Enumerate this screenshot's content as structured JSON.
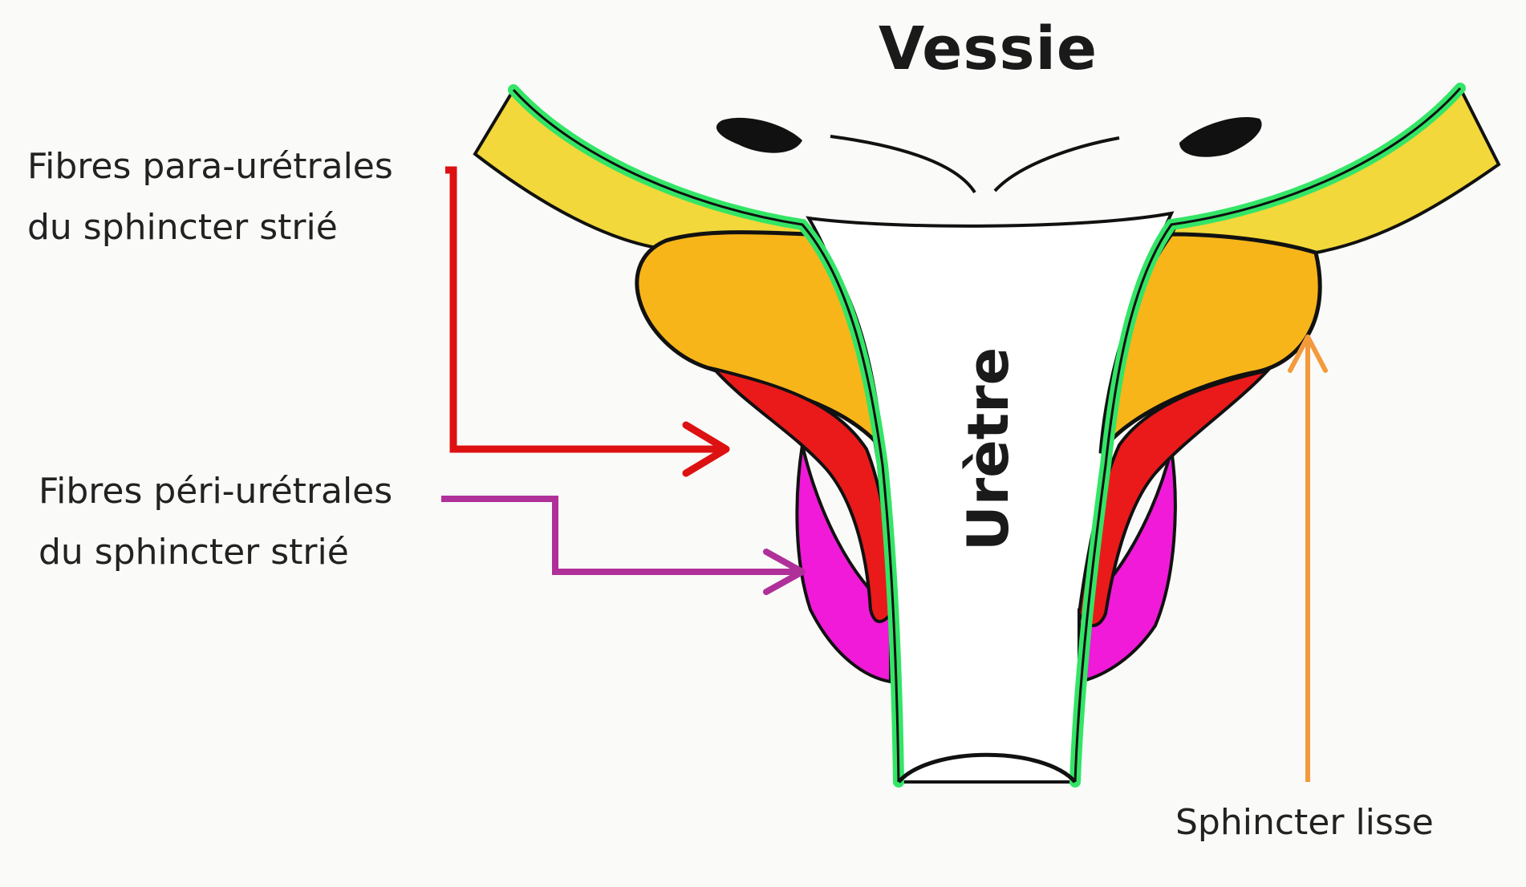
{
  "labels": {
    "vessie": "Vessie",
    "uretre": "Urètre",
    "para_line1": "Fibres para-urétrales",
    "para_line2": "du sphincter strié",
    "peri_line1": "Fibres péri-urétrales",
    "peri_line2": "du sphincter strié",
    "lisse": "Sphincter lisse"
  },
  "colors": {
    "para_arrow": "#dd1111",
    "peri_arrow": "#b0309a",
    "lisse_arrow": "#f39a3c",
    "outline": "#111111",
    "green_layer": "#33e566",
    "yellow_layer": "#f2d83a",
    "orange_mass": "#f7b51a",
    "red_layer": "#ea1a1a",
    "pink_layer": "#f01ad8",
    "lumen": "#ffffff"
  }
}
